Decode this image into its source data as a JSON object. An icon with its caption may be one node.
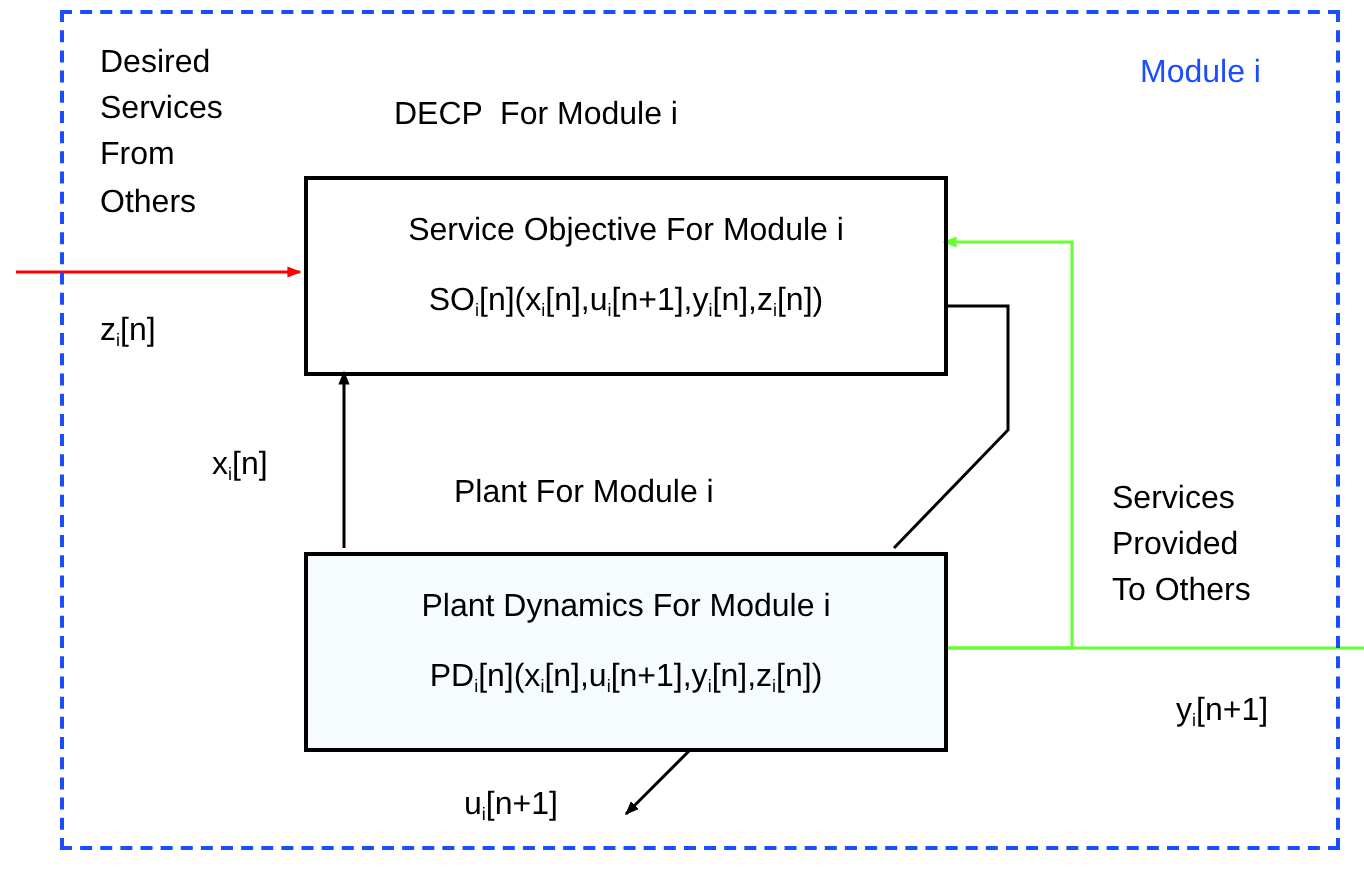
{
  "diagram": {
    "nodes": [
      {
        "text": [
          "Module i"
        ]
      },
      {
        "text": [
          "Service Objective For Module i",
          "SO$_{i}$[n](x$_{i}$[n],u$_{i}$[n+1],y$_{i}$[n],z$_{i}$[n])"
        ],
        "in": 0,
        "beside": [
          "DECP  For Module i"
        ]
      },
      {
        "text": [
          "Plant Dynamics For Module i",
          "PD$_{i}$[n](x$_{i}$[n],u$_{i}$[n+1],y$_{i}$[n],z$_{i}$[n])"
        ],
        "in": 0,
        "beside": [
          "Plant For Module i"
        ]
      }
    ],
    "edges": [
      {
        "from": null,
        "to": 1,
        "arrow": "to",
        "color": "#ff0000"
      },
      {
        "from": 2,
        "to": 1,
        "arrow": "to"
      },
      {
        "from": 1,
        "to": 2,
        "arrow": "none"
      },
      {
        "from": 2,
        "to": 1,
        "arrow": "to",
        "color": "#66ff33"
      },
      {
        "from": 2,
        "to": null,
        "arrow": "none",
        "color": "#66ff33"
      },
      {
        "from": 2,
        "to": null,
        "arrow": "to"
      }
    ],
    "labels": [
      "Desired Services From Others",
      "z$_{i}$[n]",
      "x$_{i}$[n]",
      "Services Provided To Others",
      "y$_{i}$[n+1]",
      "u$_{i}$[n+1]"
    ]
  }
}
